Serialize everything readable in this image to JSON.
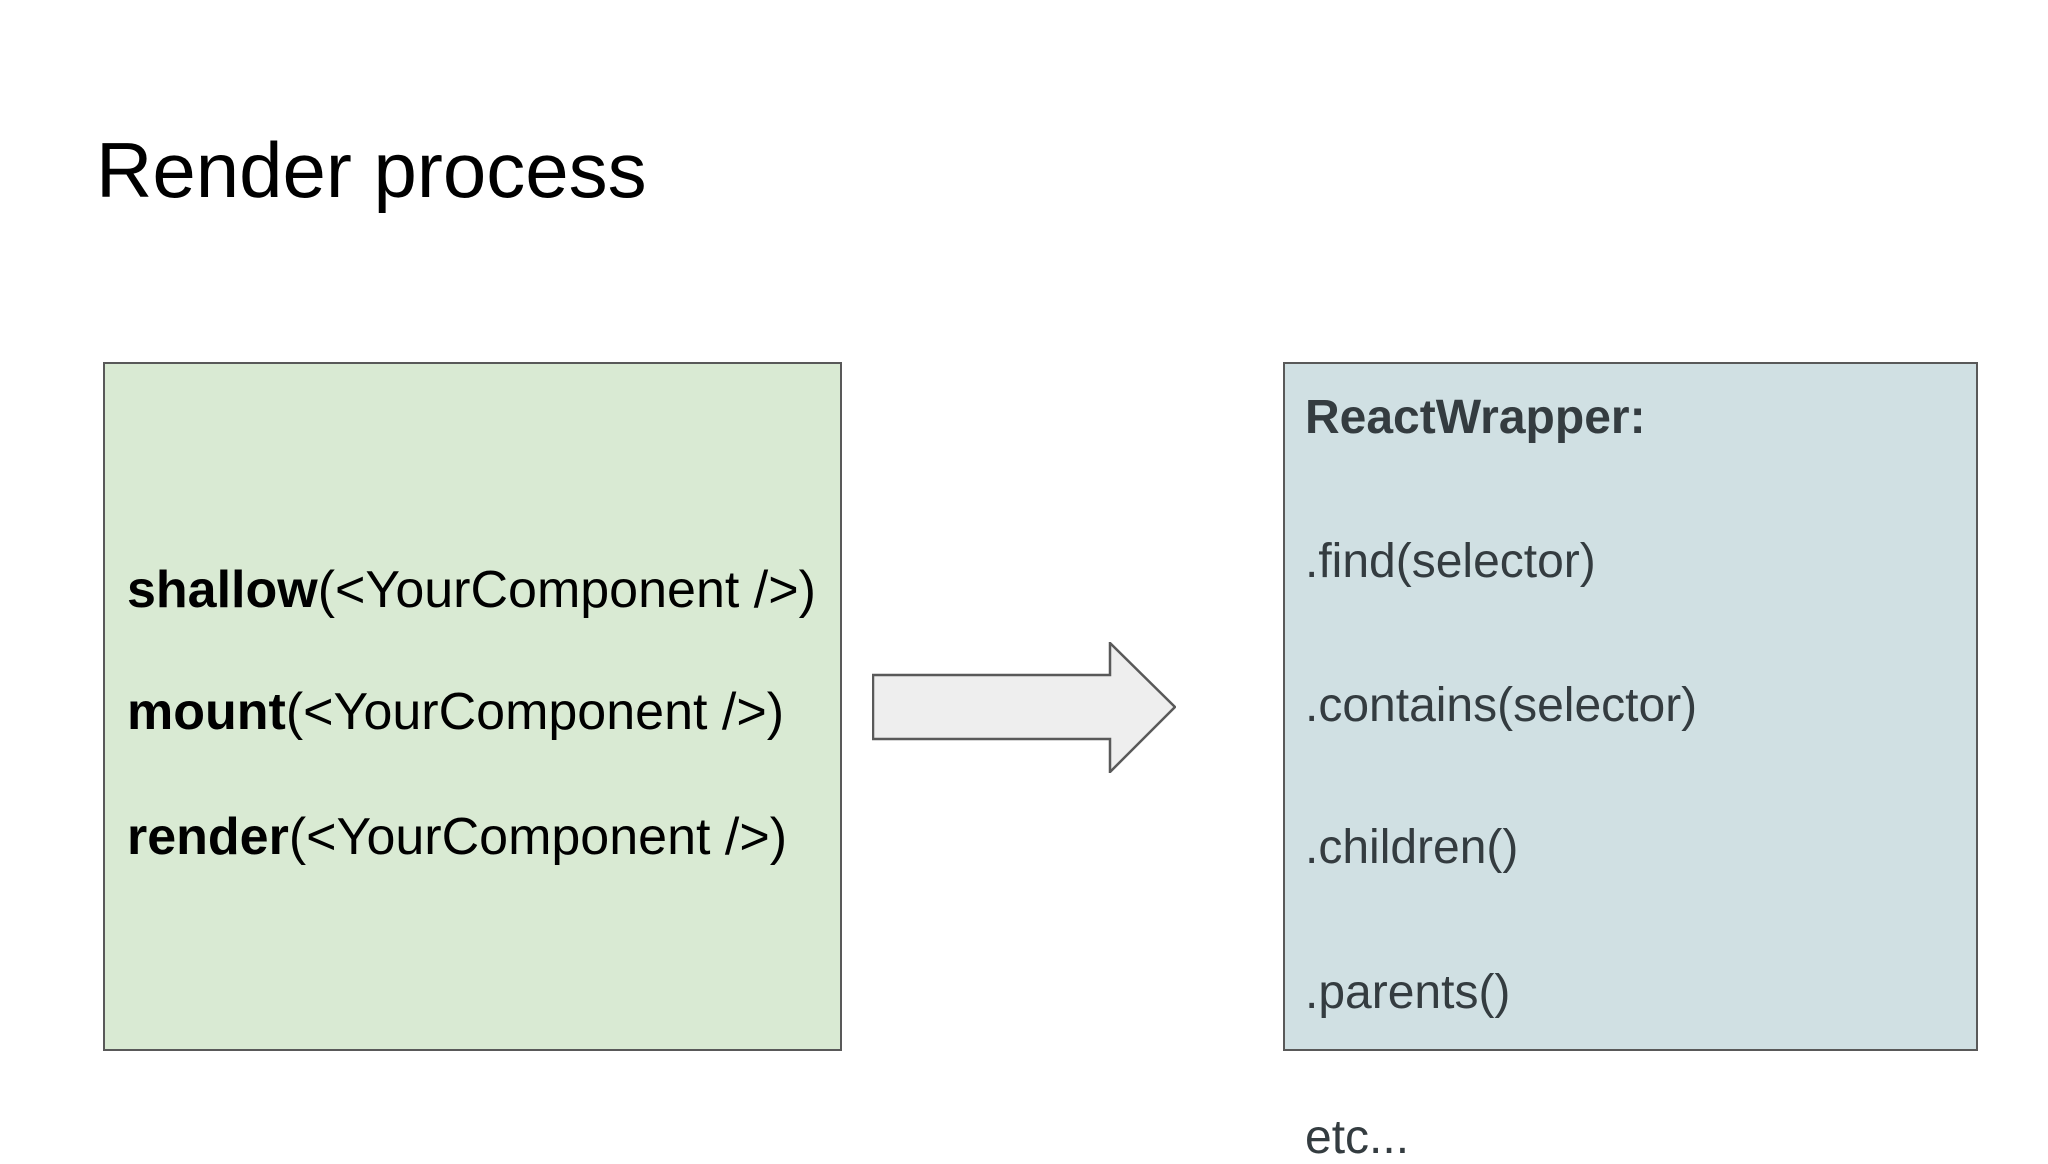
{
  "slide": {
    "title": "Render process",
    "left_box": {
      "fill": "#d9ead3",
      "lines": [
        {
          "bold": "shallow",
          "rest": "(<YourComponent />)"
        },
        {
          "bold": "mount",
          "rest": "(<YourComponent />)"
        },
        {
          "bold": "render",
          "rest": "(<YourComponent />)"
        }
      ]
    },
    "arrow": {
      "direction": "right",
      "fill": "#eeeeee",
      "border": "#595959"
    },
    "right_box": {
      "fill": "#d0e0e3",
      "header": "ReactWrapper:",
      "methods": [
        ".find(selector)",
        ".contains(selector)",
        ".children()",
        ".parents()"
      ],
      "overflow_line": "etc..."
    },
    "colors": {
      "background": "#ffffff",
      "box_border": "#595959",
      "title_text": "#000000",
      "left_box_text": "#000000",
      "right_box_text": "#343c40"
    }
  }
}
